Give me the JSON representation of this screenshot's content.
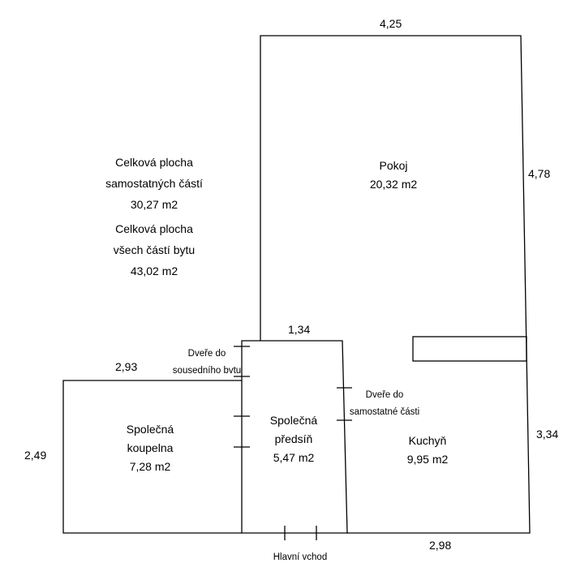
{
  "summary": {
    "independent_label_1": "Celková plocha",
    "independent_label_2": "samostatných částí",
    "independent_value": "30,27 m2",
    "all_label_1": "Celková plocha",
    "all_label_2": "všech částí bytu",
    "all_value": "43,02 m2"
  },
  "rooms": {
    "pokoj": {
      "name": "Pokoj",
      "area": "20,32 m2"
    },
    "koupelna": {
      "name_1": "Společná",
      "name_2": "koupelna",
      "area": "7,28 m2"
    },
    "predsin": {
      "name_1": "Společná",
      "name_2": "předsíň",
      "area": "5,47 m2"
    },
    "kuchyn": {
      "name": "Kuchyň",
      "area": "9,95 m2"
    }
  },
  "dimensions": {
    "pokoj_width": "4,25",
    "pokoj_depth": "4,78",
    "predsin_width": "1,34",
    "koupelna_width": "2,93",
    "koupelna_depth": "2,49",
    "kuchyn_depth": "3,34",
    "kuchyn_width": "2,98"
  },
  "notes": {
    "door_neighbor_1": "Dveře do",
    "door_neighbor_2": "sousedního bvtu",
    "door_independent_1": "Dveře do",
    "door_independent_2": "samostatné části",
    "main_entrance": "Hlavní vchod"
  }
}
